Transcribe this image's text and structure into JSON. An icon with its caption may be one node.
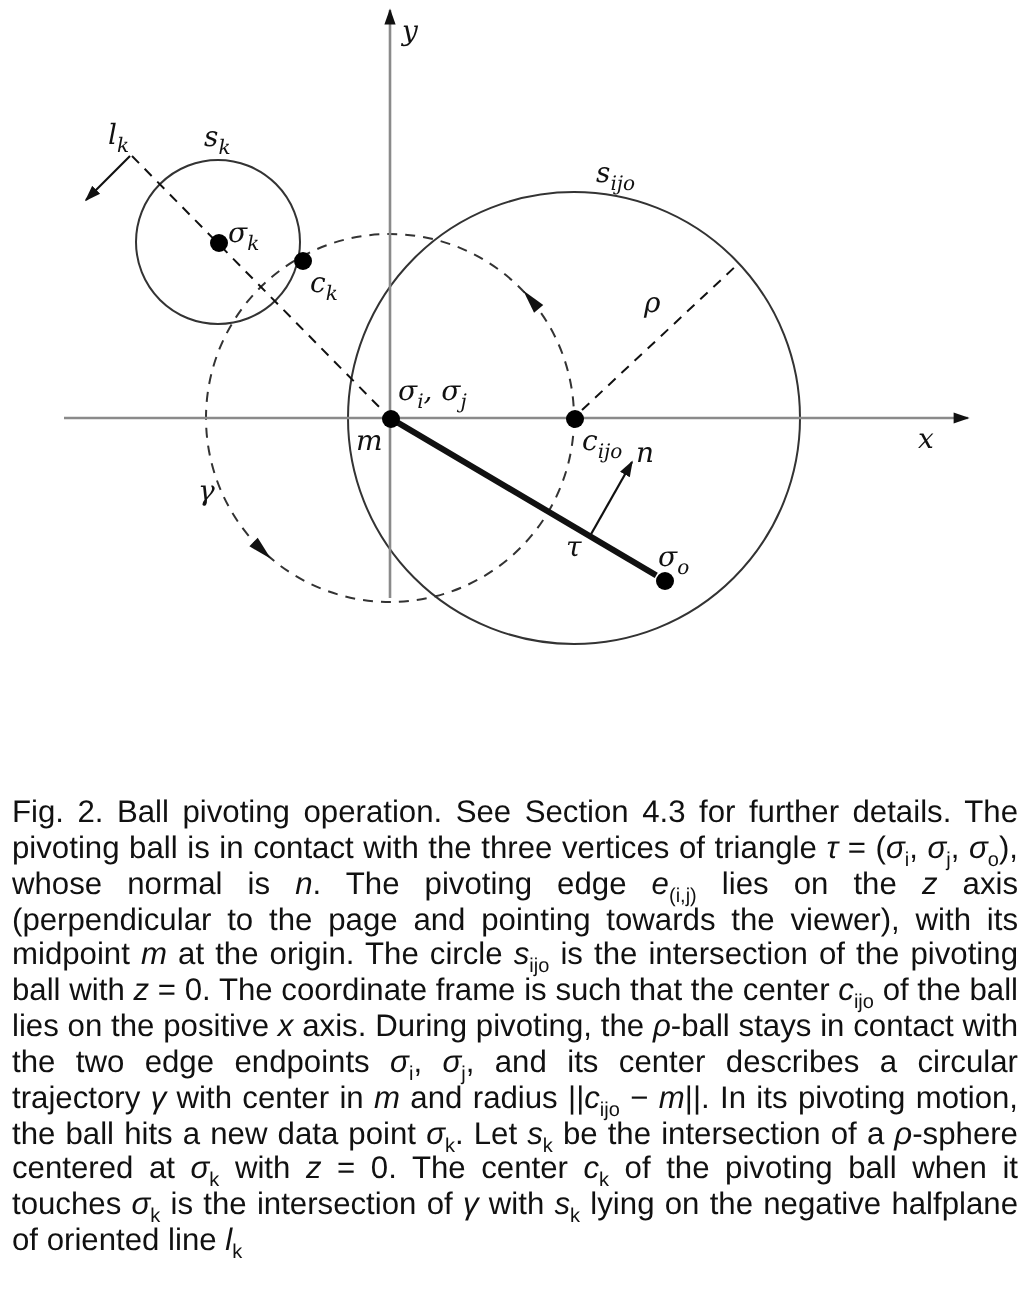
{
  "diagram": {
    "caption": "Fig. 2. Ball pivoting operation. See Section 4.3 for further details. The pivoting ball is in contact with the three vertices of triangle *τ* = (*σ*$_{i}$, *σ*$_{j}$, *σ*$_{o}$), whose normal is *n*. The pivoting edge *e*$_{(i,j)}$ lies on the *z* axis (perpendicular to the page and pointing towards the viewer), with its midpoint *m* at the origin. The circle *s*$_{ijo}$ is the intersection of the pivoting ball with *z* = 0. The coordinate frame is such that the center *c*$_{ijo}$ of the ball lies on the positive *x* axis. During pivoting, the *ρ*-ball stays in contact with the two edge endpoints *σ*$_{i}$, *σ*$_{j}$, and its center describes a circular trajectory *γ* with center in *m* and radius ||*c*$_{ijo}$ − *m*||. In its pivoting motion, the ball hits a new data point *σ*$_{k}$. Let *s*$_{k}$ be the intersection of a *ρ*-sphere centered at *σ*$_{k}$ with *z* = 0. The center *c*$_{k}$ of the pivoting ball when it touches *σ*$_{k}$ is the intersection of *γ* with *s*$_{k}$ lying on the negative halfplane of oriented line *l*$_{k}$",
    "nodes": [
      {
        "text": [
          "σ$_{k}$"
        ]
      },
      {
        "text": [
          "c$_{k}$"
        ]
      },
      {
        "text": [
          "σ$_{i}$, σ$_{j}$",
          "m"
        ]
      },
      {
        "text": [
          "c$_{ijo}$"
        ]
      },
      {
        "text": [
          "σ$_{o}$"
        ]
      },
      {
        "text": [
          "l$_{k}$"
        ]
      },
      {
        "text": [
          "n"
        ]
      },
      {
        "text": [
          "τ"
        ]
      }
    ],
    "edges": [
      {
        "from": 2,
        "to": 4,
        "arrow": "none",
        "style": "thick"
      },
      {
        "from": 5,
        "to": 2,
        "arrow": "none",
        "style": "dashed"
      },
      {
        "from": 7,
        "to": 6,
        "arrow": "to"
      }
    ],
    "labels": [
      "y",
      "s$_{k}$",
      "s$_{ijo}$",
      "ρ",
      "γ",
      "x"
    ]
  }
}
